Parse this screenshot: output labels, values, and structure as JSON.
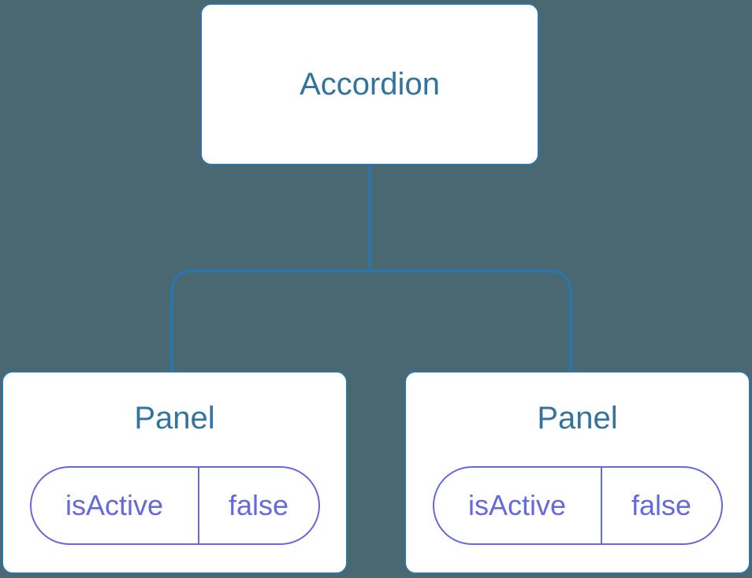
{
  "theme": {
    "background_color": "#4A6872",
    "node_fill_color": "#FFFFFF",
    "connector_color": "#2E74A7",
    "node_border_color": "#2E74A7",
    "heading_text_color": "#33749E",
    "state_pill_color": "#6569DA"
  },
  "diagram": {
    "type": "component-tree",
    "root": {
      "label": "Accordion"
    },
    "children": [
      {
        "label": "Panel",
        "state": {
          "key": "isActive",
          "value": "false"
        }
      },
      {
        "label": "Panel",
        "state": {
          "key": "isActive",
          "value": "false"
        }
      }
    ]
  }
}
